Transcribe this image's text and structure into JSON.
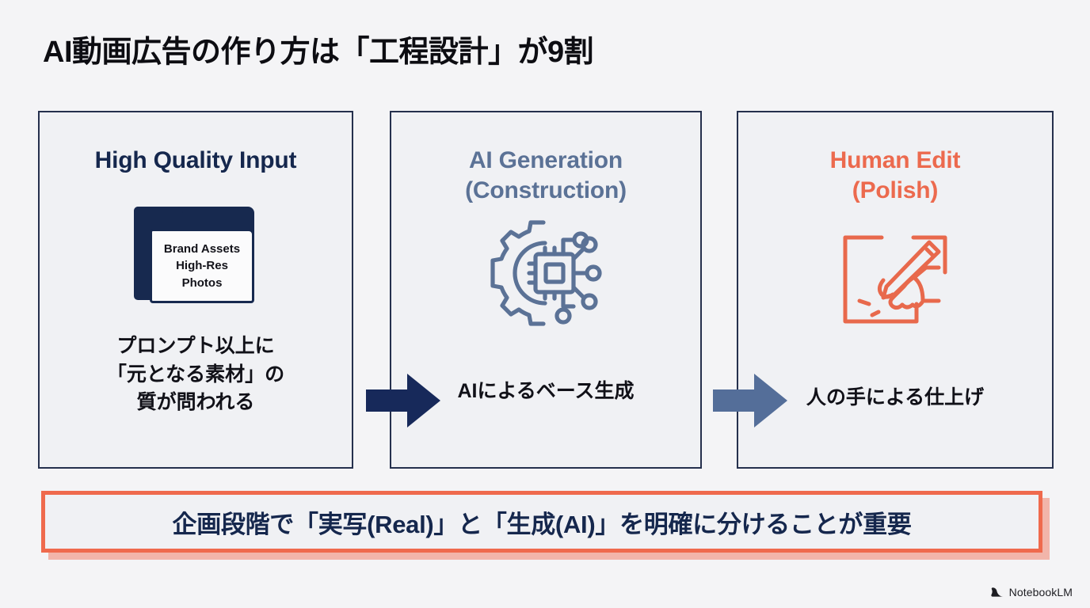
{
  "slide": {
    "title": "AI動画広告の作り方は「工程設計」が9割",
    "background_color": "#f4f4f6"
  },
  "colors": {
    "navy": "#15274d",
    "slate_blue": "#5b7296",
    "coral": "#ec6a4e",
    "card_border": "#25304d",
    "card_background": "#f0f1f4",
    "arrow_navy": "#17295a",
    "arrow_slate": "#546e99",
    "banner_border": "#ef6a4d",
    "banner_shadow": "#f0826c"
  },
  "cards": [
    {
      "title": "High Quality Input",
      "title_color": "#15274d",
      "icon": "folder-icon",
      "folder_lines": [
        "Brand Assets",
        "High-Res",
        "Photos"
      ],
      "caption_lines": [
        "プロンプト以上に",
        "「元となる素材」の",
        "質が問われる"
      ]
    },
    {
      "title_line_1": "AI Generation",
      "title_line_2": "(Construction)",
      "title_color": "#5b7296",
      "icon": "gear-chip-circuit-icon",
      "caption_lines": [
        "AIによるベース生成"
      ]
    },
    {
      "title_line_1": "Human Edit",
      "title_line_2": "(Polish)",
      "title_color": "#ec6a4e",
      "icon": "hand-pencil-edit-icon",
      "caption_lines": [
        "人の手による仕上げ"
      ]
    }
  ],
  "arrows": [
    {
      "name": "arrow-input-to-generation",
      "color": "#17295a"
    },
    {
      "name": "arrow-generation-to-edit",
      "color": "#546e99"
    }
  ],
  "banner": {
    "text": "企画段階で「実写(Real)」と「生成(AI)」を明確に分けることが重要",
    "text_color": "#15274d",
    "border_color": "#ef6a4d"
  },
  "footer": {
    "watermark_label": "NotebookLM",
    "watermark_icon": "notebooklm-icon"
  }
}
